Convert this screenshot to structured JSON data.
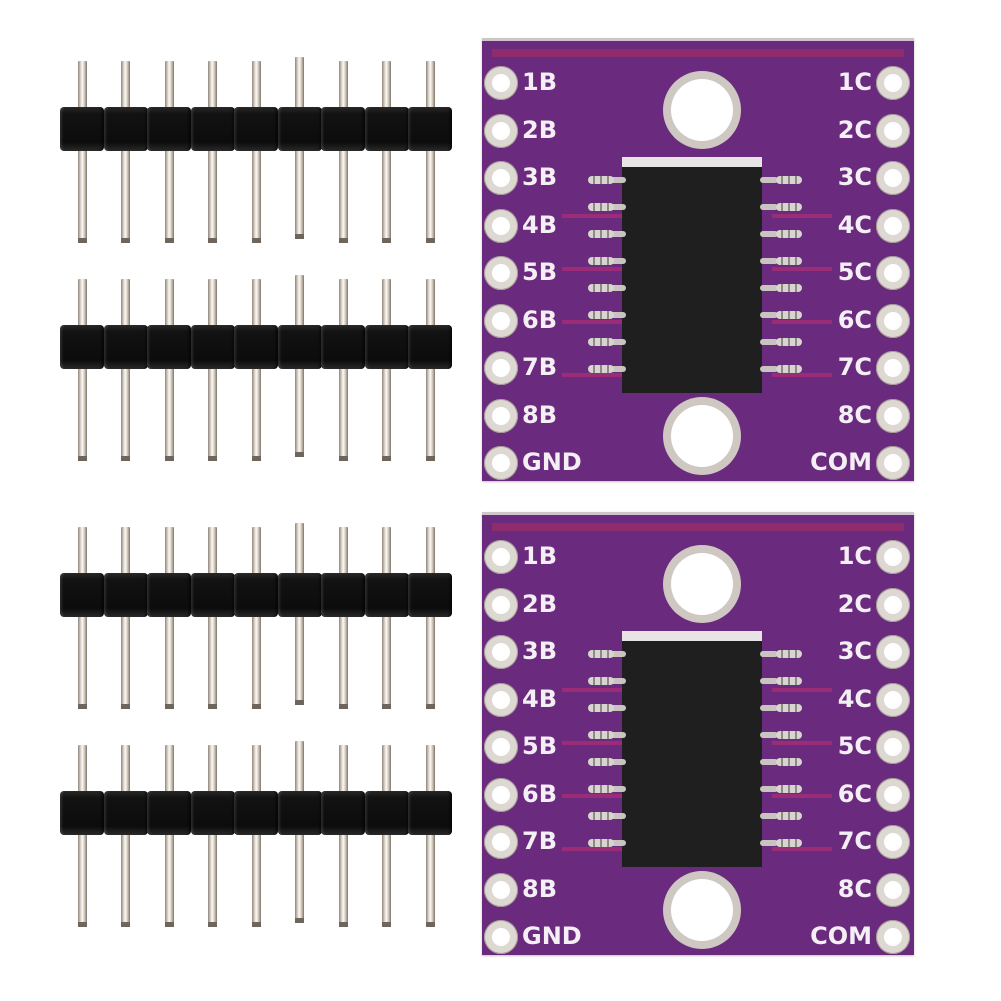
{
  "scene": {
    "description": "Product photo: two purple breakout boards with 16-pin SSOP IC and four 9-pin male headers",
    "background_color": "#ffffff",
    "board_color": "#6a2a7d",
    "trace_color": "#9b2d78",
    "silkscreen_color": "#f4eef5"
  },
  "headers": [
    {
      "name": "header-1",
      "pin_count": 9
    },
    {
      "name": "header-2",
      "pin_count": 9
    },
    {
      "name": "header-3",
      "pin_count": 9
    },
    {
      "name": "header-4",
      "pin_count": 9
    }
  ],
  "boards": [
    {
      "name": "board-top",
      "left_labels": [
        "1B",
        "2B",
        "3B",
        "4B",
        "5B",
        "6B",
        "7B",
        "8B",
        "GND"
      ],
      "right_labels": [
        "1C",
        "2C",
        "3C",
        "4C",
        "5C",
        "6C",
        "7C",
        "8C",
        "COM"
      ]
    },
    {
      "name": "board-bottom",
      "left_labels": [
        "1B",
        "2B",
        "3B",
        "4B",
        "5B",
        "6B",
        "7B",
        "8B",
        "GND"
      ],
      "right_labels": [
        "1C",
        "2C",
        "3C",
        "4C",
        "5C",
        "6C",
        "7C",
        "8C",
        "COM"
      ]
    }
  ]
}
